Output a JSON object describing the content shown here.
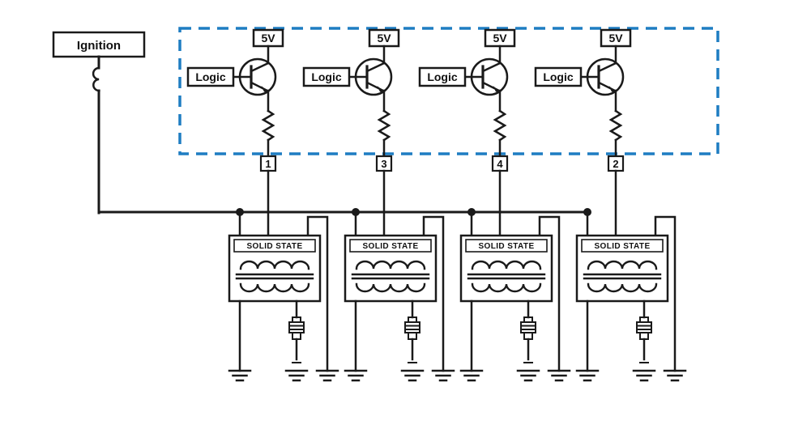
{
  "ignition": {
    "label": "Ignition"
  },
  "controller": {
    "channels": [
      {
        "supply_label": "5V",
        "logic_label": "Logic",
        "output_number": "1"
      },
      {
        "supply_label": "5V",
        "logic_label": "Logic",
        "output_number": "3"
      },
      {
        "supply_label": "5V",
        "logic_label": "Logic",
        "output_number": "4"
      },
      {
        "supply_label": "5V",
        "logic_label": "Logic",
        "output_number": "2"
      }
    ]
  },
  "coils": [
    {
      "label": "SOLID STATE"
    },
    {
      "label": "SOLID STATE"
    },
    {
      "label": "SOLID STATE"
    },
    {
      "label": "SOLID STATE"
    }
  ],
  "colors": {
    "wire": "#1a1a1a",
    "controller_border": "#1e7dc2",
    "background": "#ffffff"
  }
}
